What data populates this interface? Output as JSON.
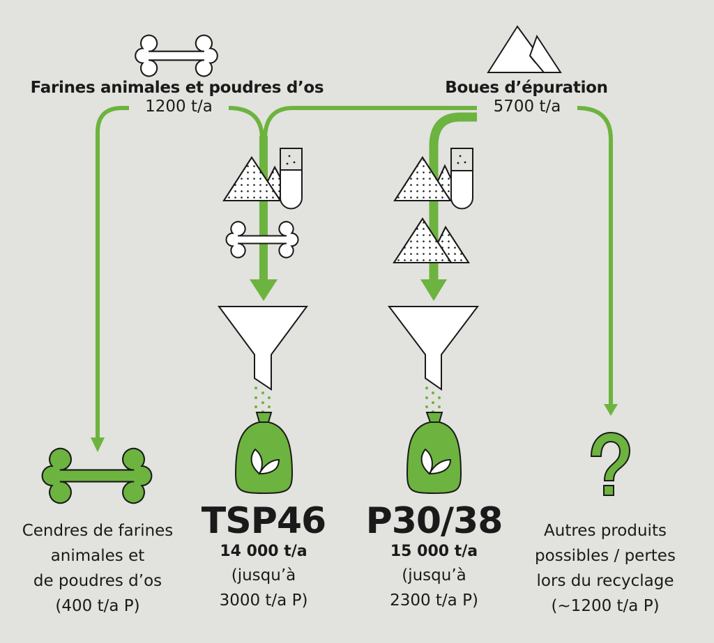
{
  "colors": {
    "green": "#6db33f",
    "background": "#e2e2de",
    "ink": "#1a1a1a"
  },
  "sources": [
    {
      "id": "farines",
      "icon": "bone-icon",
      "title": "Farines animales et poudres d’os",
      "amount": "1200 t/a"
    },
    {
      "id": "boues",
      "icon": "mountain-icon",
      "title": "Boues d’épuration",
      "amount": "5700 t/a"
    }
  ],
  "processes": [
    {
      "id": "tsp46",
      "inputs": [
        "mineral-pile-icon",
        "test-tube-icon",
        "bone-icon"
      ],
      "device": "funnel-icon",
      "output_icon": "fertilizer-bag-icon"
    },
    {
      "id": "p3038",
      "inputs": [
        "mineral-pile-icon",
        "test-tube-icon",
        "mineral-pile-icon"
      ],
      "device": "funnel-icon",
      "output_icon": "fertilizer-bag-icon"
    }
  ],
  "outputs": [
    {
      "id": "cendres",
      "icon": "green-bone-icon",
      "lines": [
        "Cendres de farines",
        "animales et",
        "de poudres d’os",
        "(400 t/a P)"
      ]
    },
    {
      "id": "tsp46",
      "name": "TSP46",
      "amount": "14 000 t/a",
      "note_lines": [
        "(jusqu’à",
        "3000 t/a P)"
      ]
    },
    {
      "id": "p3038",
      "name": "P30/38",
      "amount": "15 000 t/a",
      "note_lines": [
        "(jusqu’à",
        "2300 t/a P)"
      ]
    },
    {
      "id": "autres",
      "icon": "question-mark-icon",
      "lines": [
        "Autres produits",
        "possibles / pertes",
        "lors du recyclage",
        "(~1200 t/a P)"
      ]
    }
  ]
}
